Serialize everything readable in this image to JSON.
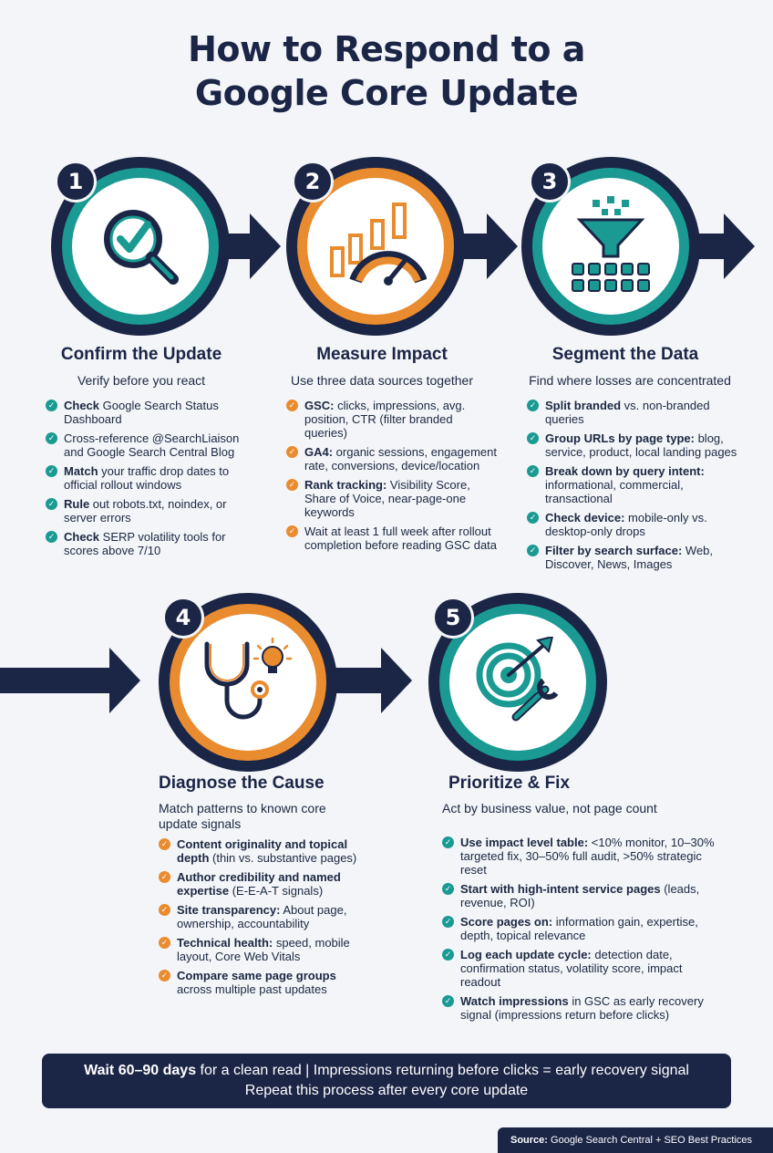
{
  "title_line1": "How to Respond to a",
  "title_line2": "Google Core Update",
  "colors": {
    "navy": "#1b2546",
    "teal": "#1a9a93",
    "orange": "#e98b2f",
    "bg": "#f3f5f8"
  },
  "steps": [
    {
      "number": "1",
      "icon": "magnifier-check-icon",
      "title": "Confirm the Update",
      "subtitle": "Verify before you react",
      "items": [
        {
          "bold": "Check",
          "text": " Google Search Status Dashboard"
        },
        {
          "bold": "",
          "text": "Cross-reference @SearchLiaison and Google Search Central Blog"
        },
        {
          "bold": "Match",
          "text": " your traffic drop dates to official rollout windows"
        },
        {
          "bold": "Rule",
          "text": " out robots.txt, noindex, or server errors"
        },
        {
          "bold": "Check",
          "text": " SERP volatility tools for scores above 7/10"
        }
      ]
    },
    {
      "number": "2",
      "icon": "bar-chart-gauge-icon",
      "title": "Measure Impact",
      "subtitle": "Use three data sources together",
      "items": [
        {
          "bold": "GSC:",
          "text": " clicks, impressions, avg. position, CTR (filter branded queries)"
        },
        {
          "bold": "GA4:",
          "text": " organic sessions, engagement rate, conversions, device/location"
        },
        {
          "bold": "Rank tracking:",
          "text": " Visibility Score, Share of Voice, near-page-one keywords"
        },
        {
          "bold": "",
          "text": "Wait at least 1 full week after rollout completion before reading GSC data"
        }
      ]
    },
    {
      "number": "3",
      "icon": "funnel-grid-icon",
      "title": "Segment the Data",
      "subtitle": "Find where losses are concentrated",
      "items": [
        {
          "bold": "Split branded",
          "text": " vs. non-branded queries"
        },
        {
          "bold": "Group URLs by page type:",
          "text": " blog, service, product, local landing pages"
        },
        {
          "bold": "Break down by query intent:",
          "text": " informational, commercial, transactional"
        },
        {
          "bold": "Check device:",
          "text": " mobile-only vs. desktop-only drops"
        },
        {
          "bold": "Filter by search surface:",
          "text": " Web, Discover, News, Images"
        }
      ]
    },
    {
      "number": "4",
      "icon": "stethoscope-lightbulb-icon",
      "title": "Diagnose the Cause",
      "subtitle": "Match patterns to known core update signals",
      "items": [
        {
          "bold": "Content originality and topical depth",
          "text": " (thin vs. substantive pages)"
        },
        {
          "bold": "Author credibility and named expertise",
          "text": " (E-E-A-T signals)"
        },
        {
          "bold": "Site transparency:",
          "text": " About page, ownership, accountability"
        },
        {
          "bold": "Technical health:",
          "text": " speed, mobile layout, Core Web Vitals"
        },
        {
          "bold": "Compare same page groups",
          "text": " across multiple past updates"
        }
      ]
    },
    {
      "number": "5",
      "icon": "target-wrench-icon",
      "title": "Prioritize & Fix",
      "subtitle": "Act by business value, not page count",
      "items": [
        {
          "bold": "Use impact level table:",
          "text": " <10% monitor, 10–30% targeted fix, 30–50% full audit, >50% strategic reset"
        },
        {
          "bold": "Start with high-intent service pages",
          "text": " (leads, revenue, ROI)"
        },
        {
          "bold": "Score pages on:",
          "text": " information gain, expertise, depth, topical relevance"
        },
        {
          "bold": "Log each update cycle:",
          "text": " detection date, confirmation status, volatility score, impact readout"
        },
        {
          "bold": "Watch impressions",
          "text": " in GSC as early recovery signal (impressions return before clicks)"
        }
      ]
    }
  ],
  "bottom": {
    "bold": "Wait 60–90 days",
    "line1_rest": " for a clean read | Impressions returning before clicks = early recovery signal",
    "line2": "Repeat this process after every core update"
  },
  "source": {
    "label": "Source:",
    "text": " Google Search Central + SEO Best Practices"
  }
}
